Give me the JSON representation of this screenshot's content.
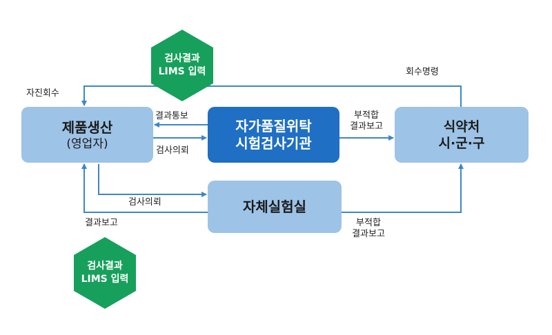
{
  "colors": {
    "light_box": "#9dc3e6",
    "dark_box": "#1f6fc4",
    "hexagon": "#17a05b",
    "arrow": "#3b86c8"
  },
  "nodes": {
    "producer": {
      "title": "제품생산",
      "subtitle": "(영업자)"
    },
    "agency": {
      "line1": "자가품질위탁",
      "line2": "시험검사기관"
    },
    "mfds": {
      "line1": "식약처",
      "line2": "시·군·구"
    },
    "selflab": {
      "title": "자체실험실"
    },
    "hex_top": {
      "line1": "검사결과",
      "line2": "LIMS 입력"
    },
    "hex_bottom": {
      "line1": "검사결과",
      "line2": "LIMS 입력"
    }
  },
  "labels": {
    "self_recall": "자진회수",
    "recall_order": "회수명령",
    "result_notice": "결과통보",
    "inspection_request_top": "검사의뢰",
    "nonconform_top": [
      "부적합",
      "결과보고"
    ],
    "inspection_request_bottom": "검사의뢰",
    "result_report": "결과보고",
    "nonconform_bottom": [
      "부적합",
      "결과보고"
    ]
  }
}
